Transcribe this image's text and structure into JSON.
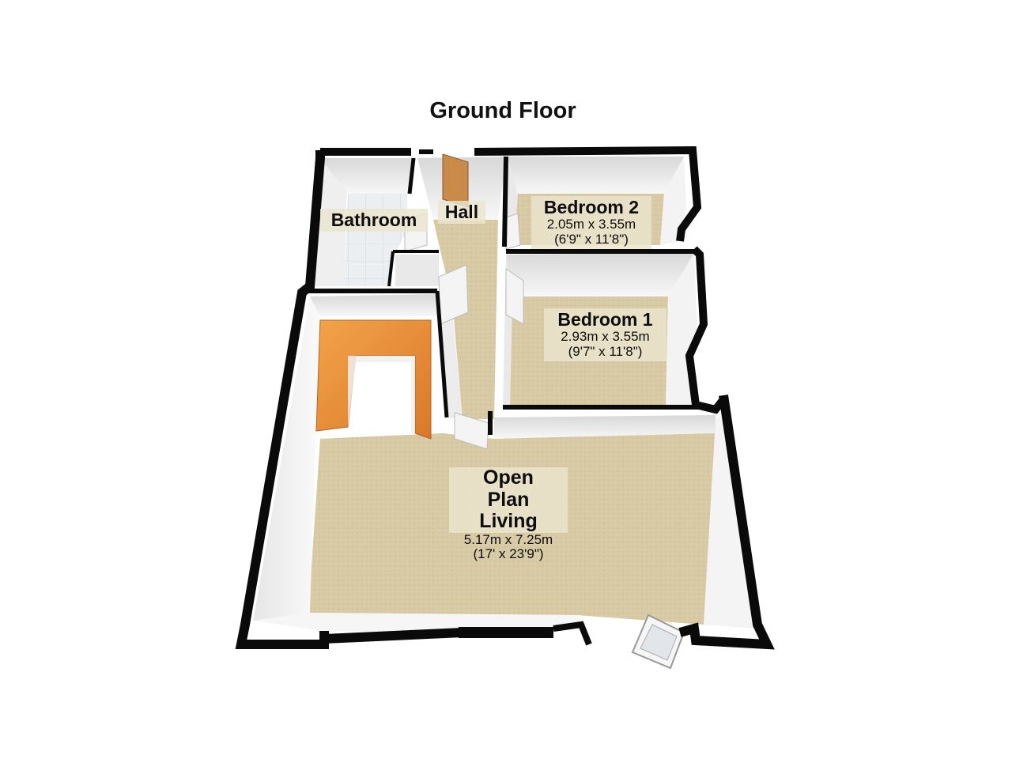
{
  "plan": {
    "title": "Ground Floor",
    "rooms": [
      {
        "id": "bathroom",
        "name": "Bathroom",
        "dims_metric": "",
        "dims_imperial": ""
      },
      {
        "id": "hall",
        "name": "Hall",
        "dims_metric": "",
        "dims_imperial": ""
      },
      {
        "id": "bedroom-2",
        "name": "Bedroom 2",
        "dims_metric": "2.05m x 3.55m",
        "dims_imperial": "(6'9\" x 11'8\")"
      },
      {
        "id": "bedroom-1",
        "name": "Bedroom 1",
        "dims_metric": "2.93m x 3.55m",
        "dims_imperial": "(9'7\" x 11'8\")"
      },
      {
        "id": "open-plan-living",
        "name_lines": [
          "Open",
          "Plan",
          "Living"
        ],
        "dims_metric": "5.17m x 7.25m",
        "dims_imperial": "(17' x 23'9\")"
      }
    ],
    "colors": {
      "wall_cap": "#0a0a0a",
      "wall_face": "#f2f2f2",
      "carpet": "#d6c9a4",
      "kitchen_worktop": "#e8923a",
      "door": "#c98a4a",
      "tile": "#e9ecef"
    }
  }
}
